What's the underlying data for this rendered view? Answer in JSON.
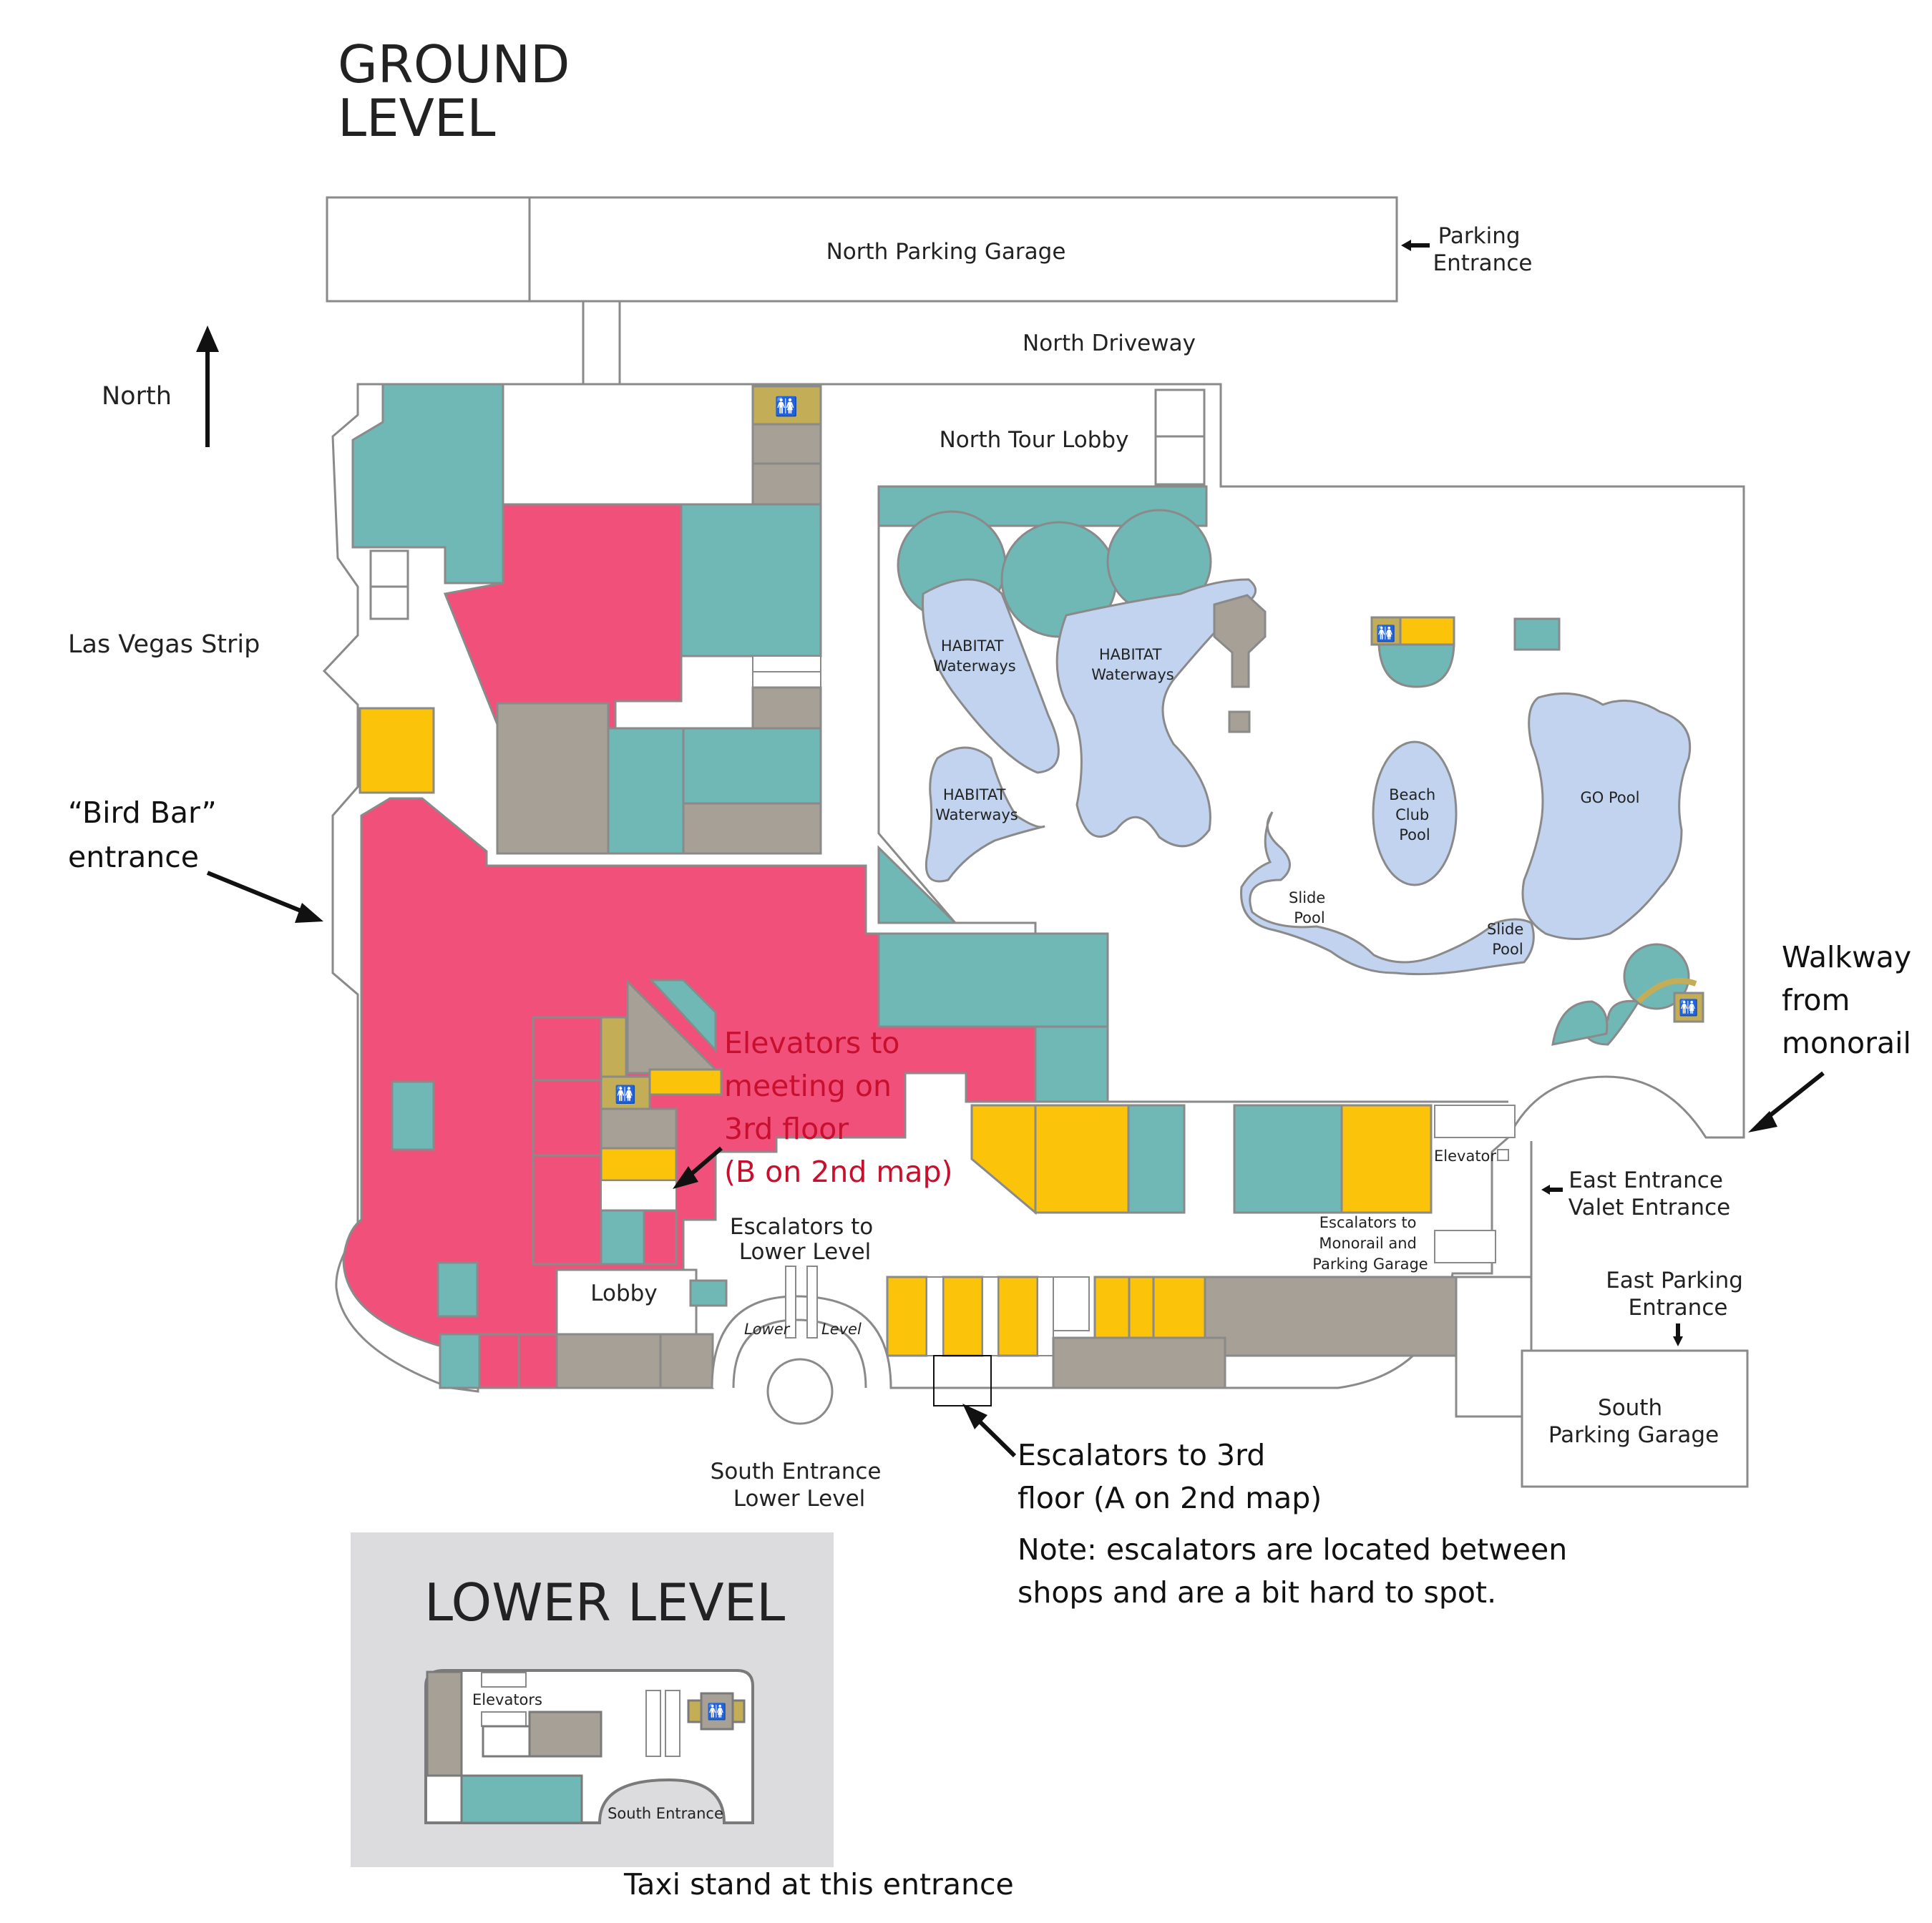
{
  "titles": {
    "ground_level": [
      "GROUND",
      "LEVEL"
    ],
    "lower_level": "LOWER LEVEL"
  },
  "compass": {
    "label": "North"
  },
  "labels": {
    "north_parking_garage": "North Parking Garage",
    "parking_entrance": [
      "Parking",
      "Entrance"
    ],
    "north_driveway": "North Driveway",
    "north_tour_lobby": "North Tour Lobby",
    "las_vegas_strip": "Las Vegas Strip",
    "bird_bar": [
      "“Bird Bar”",
      "entrance"
    ],
    "habitat_waterways": [
      "HABITAT",
      "Waterways"
    ],
    "beach_club_pool": [
      "Beach",
      "Club",
      "Pool"
    ],
    "go_pool": "GO Pool",
    "slide_pool": [
      "Slide",
      "Pool"
    ],
    "walkway": [
      "Walkway",
      "from",
      "monorail"
    ],
    "east_entrance": [
      "East Entrance",
      "Valet Entrance"
    ],
    "east_parking_entrance": [
      "East Parking",
      "Entrance"
    ],
    "south_parking_garage": [
      "South",
      "Parking Garage"
    ],
    "elevator": "Elevator",
    "escalators_monorail": [
      "Escalators to",
      "Monorail and",
      "Parking Garage"
    ],
    "escalators_lower": [
      "Escalators to",
      "Lower Level"
    ],
    "lower_word": "Lower",
    "level_word": "Level",
    "lobby": "Lobby",
    "south_entrance_lower": [
      "South Entrance",
      "Lower Level"
    ],
    "elevators_meeting": [
      "Elevators to",
      "meeting on",
      "3rd floor",
      "(B on 2nd map)"
    ],
    "escalators_3rd": [
      "Escalators to 3rd",
      "floor (A on 2nd map)"
    ],
    "note": [
      "Note: escalators are located between",
      "shops and are a bit hard to spot."
    ],
    "lower_elevators": "Elevators",
    "lower_south_entrance": "South Entrance",
    "taxi": "Taxi stand at this entrance"
  },
  "icons": [
    "north-arrow-icon",
    "restroom-icon",
    "elevator-icon",
    "escalator-icon",
    "pointer-arrow-icon"
  ],
  "colors": {
    "dining": "#f0507a",
    "shops": "#6fb8b6",
    "retail": "#fcc30b",
    "service": "#a7a096",
    "restroom": "#c3ad57",
    "pool": "#c1d3ee",
    "lower_level_panel": "#dcdcde",
    "note_text": "#c8102e"
  }
}
